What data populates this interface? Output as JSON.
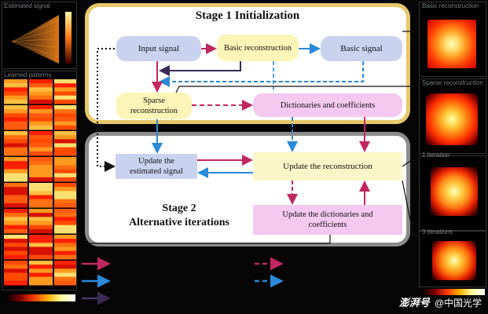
{
  "left_panels": {
    "top_label": "Estimated signal",
    "mid_label": "Learned patterns"
  },
  "right_panels": {
    "label_1": "Basic reconstruction",
    "label_2": "Sparse reconstruction",
    "label_3": "1 iteration",
    "label_4": "3 iterations"
  },
  "stage1": {
    "title": "Stage 1 Initialization",
    "input_signal": "Input signal",
    "basic_reconstruction": "Basic reconstruction",
    "basic_signal": "Basic signal",
    "sparse_reconstruction": "Sparse reconstruction",
    "dictionaries": "Dictionaries and coefficients"
  },
  "stage2": {
    "title_line1": "Stage 2",
    "title_line2": "Alternative iterations",
    "update_signal": "Update the estimated signal",
    "update_reconstruction": "Update the reconstruction",
    "update_dictionaries": "Update the dictionaries and coefficients"
  },
  "footer": {
    "brand": "澎湃号",
    "source": "@中国光学"
  },
  "colors": {
    "arrow_crimson": "#c02760",
    "arrow_blue": "#2a8ad8",
    "arrow_dark": "#4a3a66",
    "stage1_border": "#e7c76a",
    "stage2_border": "#8c8c8c"
  }
}
